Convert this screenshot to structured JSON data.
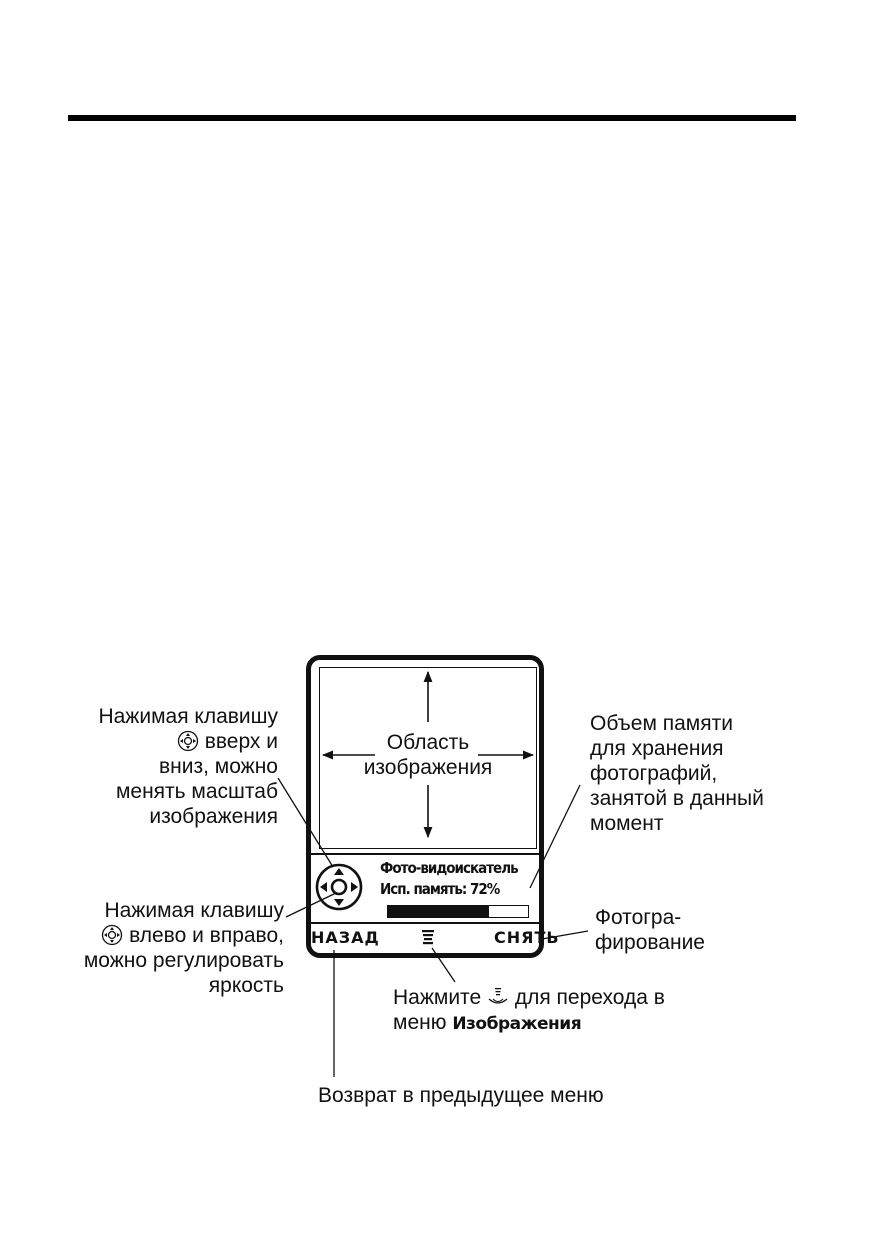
{
  "phone_screen": {
    "image_area_label_1": "Область",
    "image_area_label_2": "изображения",
    "title": "Фото-видоискатель",
    "memory_text": "Исп. память: 72%",
    "memory_used_fraction": 0.72,
    "left_soft_key": "НАЗАД",
    "right_soft_key": "СНЯТЬ",
    "menu_icon": "menu-icon",
    "nav_icon": "nav-key-icon"
  },
  "callouts": {
    "zoom": {
      "line1": "Нажимая клавишу",
      "line2_after_icon": "вверх и",
      "line3": "вниз, можно",
      "line4": "менять масштаб",
      "line5": "изображения"
    },
    "brightness": {
      "line1": "Нажимая клавишу",
      "line2_after_icon": "влево и вправо,",
      "line3": "можно регулировать",
      "line4": "яркость"
    },
    "memory": {
      "line1": "Объем памяти",
      "line2": "для хранения",
      "line3": "фотографий,",
      "line4": "занятой в данный",
      "line5": "момент"
    },
    "capture": {
      "line1": "Фотогра-",
      "line2": "фирование"
    },
    "menu": {
      "line1_before_icon": "Нажмите",
      "line1_after_icon": "для перехода в",
      "line2_prefix": "меню",
      "line2_bold": "Изображения"
    },
    "back": {
      "line1": "Возврат в предыдущее меню"
    }
  }
}
